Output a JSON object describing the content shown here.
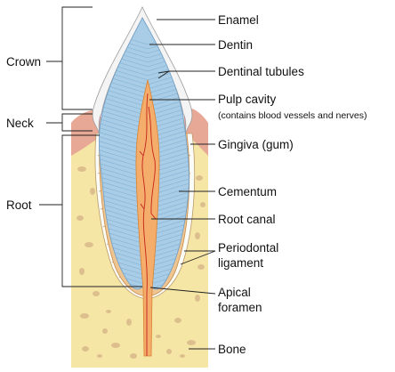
{
  "labels": {
    "crown": "Crown",
    "neck": "Neck",
    "root": "Root",
    "enamel": "Enamel",
    "dentin": "Dentin",
    "dentinal_tubules": "Dentinal tubules",
    "pulp_cavity": "Pulp cavity",
    "pulp_cavity_note": "(contains blood vessels and nerves)",
    "gingiva": "Gingiva (gum)",
    "cementum": "Cementum",
    "root_canal": "Root canal",
    "periodontal_line1": "Periodontal",
    "periodontal_line2": "ligament",
    "apical_line1": "Apical",
    "apical_line2": "foramen",
    "bone": "Bone"
  },
  "colors": {
    "enamel": "#f4f4f4",
    "dentin": "#a9cde6",
    "tubules": "#7fb0d6",
    "pulp": "#f4ad6a",
    "vessel": "#c2231f",
    "bone": "#f6e6a6",
    "bone_spots": "#d9b98a",
    "gingiva": "#e8a896",
    "cementum": "#eec590",
    "ligament": "#fbfbf7"
  }
}
